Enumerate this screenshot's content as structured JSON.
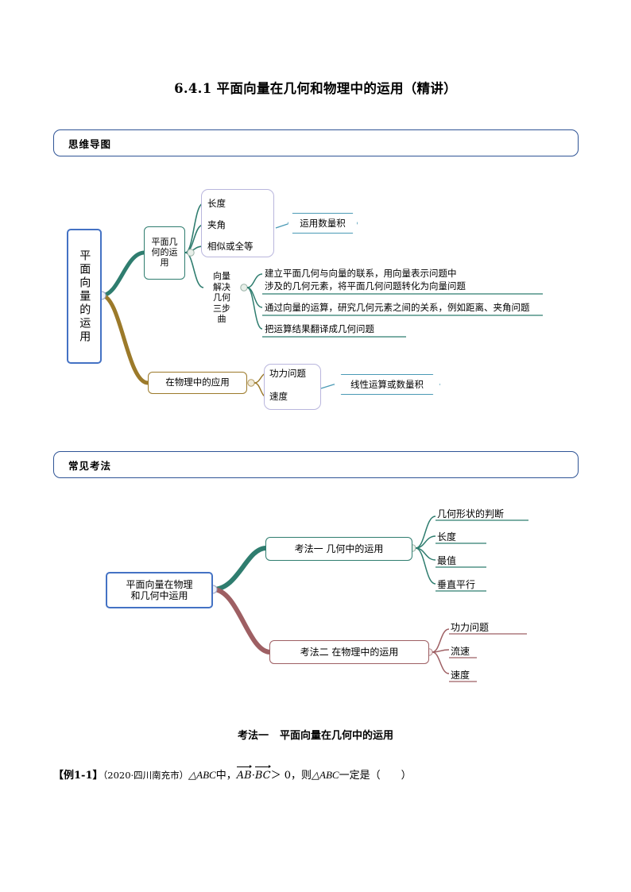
{
  "document": {
    "title": "6.4.1 平面向量在几何和物理中的运用（精讲）"
  },
  "sections": {
    "mindmap_header": "思维导图",
    "exam_header": "常见考法"
  },
  "mindmap1": {
    "root": "平面向量的运用",
    "branch_geometry": "平面几何的运用",
    "geometry_leaves": [
      "长度",
      "夹角",
      "相似或全等"
    ],
    "geometry_callout": "运用数量积",
    "branch_steps_label": "向量解决几何三步曲",
    "steps": [
      "建立平面几何与向量的联系，用向量表示问题中",
      "涉及的几何元素，将平面几何问题转化为向量问题",
      "通过向量的运算，研究几何元素之间的关系，例如距离、夹角问题",
      "把运算结果翻译成几何问题"
    ],
    "branch_physics": "在物理中的应用",
    "physics_leaves": [
      "功力问题",
      "速度"
    ],
    "physics_callout": "线性运算或数量积"
  },
  "mindmap2": {
    "root_line1": "平面向量在物理",
    "root_line2": "和几何中运用",
    "branch1": "考法一  几何中的运用",
    "branch1_leaves": [
      "几何形状的判断",
      "长度",
      "最值",
      "垂直平行"
    ],
    "branch2": "考法二  在物理中的运用",
    "branch2_leaves": [
      "功力问题",
      "流速",
      "速度"
    ]
  },
  "method_section": {
    "label": "考法一",
    "title": "平面向量在几何中的运用"
  },
  "example": {
    "tag": "【例1-1】",
    "source": "（2020·四川南充市）",
    "triangle1": "△ABC",
    "text1": "中，",
    "vector1": "AB",
    "dot": "·",
    "vector2": "BC",
    "relation": "＞ 0",
    "text2": "，则",
    "triangle2": "△ABC",
    "text3": "一定是（",
    "text4": "）"
  },
  "colors": {
    "root_blue": "#4472c4",
    "header_blue": "#2f5496",
    "teal": "#2f7d6f",
    "gold": "#9c7a2a",
    "rose": "#9e5f63",
    "callout_blue": "#4a9ab5",
    "lavender": "#b9b6dd"
  }
}
